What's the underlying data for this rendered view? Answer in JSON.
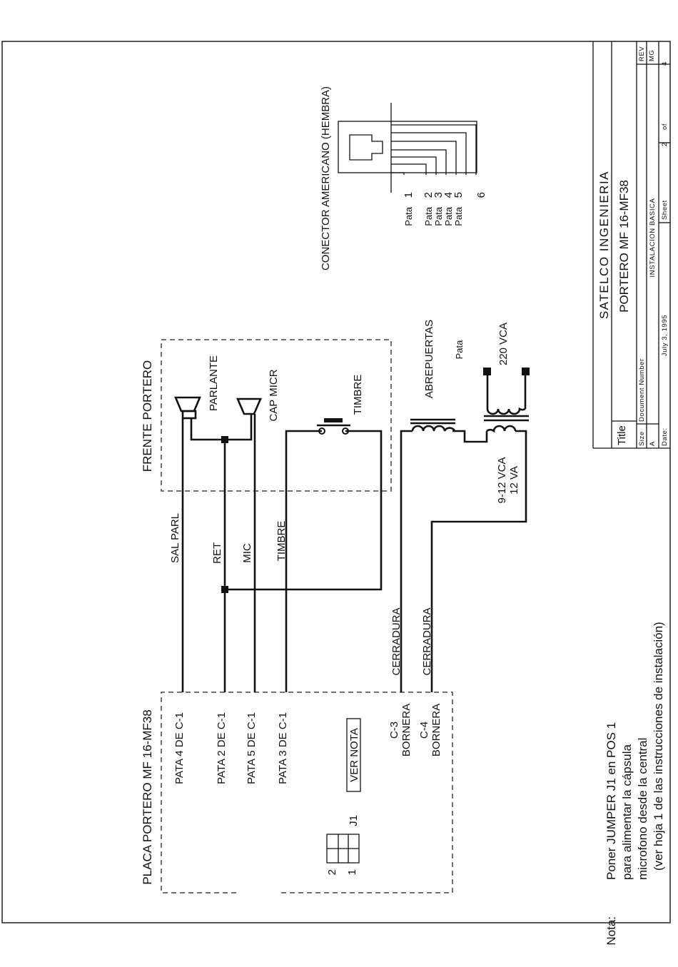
{
  "placa": {
    "title": "PLACA PORTERO MF 16-MF38",
    "pins": [
      "PATA  4  DE  C-1",
      "PATA  2  DE  C-1",
      "PATA  5  DE  C-1",
      "PATA  3  DE  C-1"
    ],
    "ver_nota": "VER NOTA",
    "bornera_c3": [
      "C-3",
      "BORNERA"
    ],
    "bornera_c4": [
      "C-4",
      "BORNERA"
    ],
    "jumper_label": "J1",
    "jumper_pos": [
      "2",
      "1"
    ]
  },
  "wires": {
    "sal_parl": "SAL PARL",
    "ret": "RET",
    "mic": "MIC",
    "timbre": "TIMBRE",
    "cerradura_1": "CERRADURA",
    "cerradura_2": "CERRADURA"
  },
  "frente": {
    "title": "FRENTE PORTERO",
    "parlante": "PARLANTE",
    "cap_micr": "CAP MICR",
    "timbre": "TIMBRE"
  },
  "abrepuertas": "ABREPUERTAS",
  "transformer": {
    "pata": "Pata",
    "primary": "220 VCA",
    "secondary": [
      "9-12 VCA",
      "12 VA"
    ]
  },
  "conector": {
    "title": "CONECTOR AMERICANO (HEMBRA)",
    "pata_word": "Pata",
    "pins": [
      "1",
      "2",
      "3",
      "4",
      "5",
      "6"
    ]
  },
  "nota": {
    "prefix": "Nota:",
    "lines": [
      "Poner JUMPER J1 en POS 1",
      "para alimentar la cápsula",
      "microfono desde la central",
      "(ver hoja 1 de las instrucciones de instalación)"
    ]
  },
  "title_block": {
    "company": "SATELCO INGENIERIA",
    "title_label": "Title",
    "title": "PORTERO MF 16-MF38",
    "size_label": "Size",
    "size": "A",
    "doc_label": "Document Number",
    "doc": "INSTALACION BASICA",
    "rev_label": "REV",
    "rev": "MG",
    "date_label": "Date:",
    "date": "July 3, 1995",
    "sheet_label": "Sheet",
    "sheet": "2",
    "of_label": "of",
    "of": "4"
  }
}
